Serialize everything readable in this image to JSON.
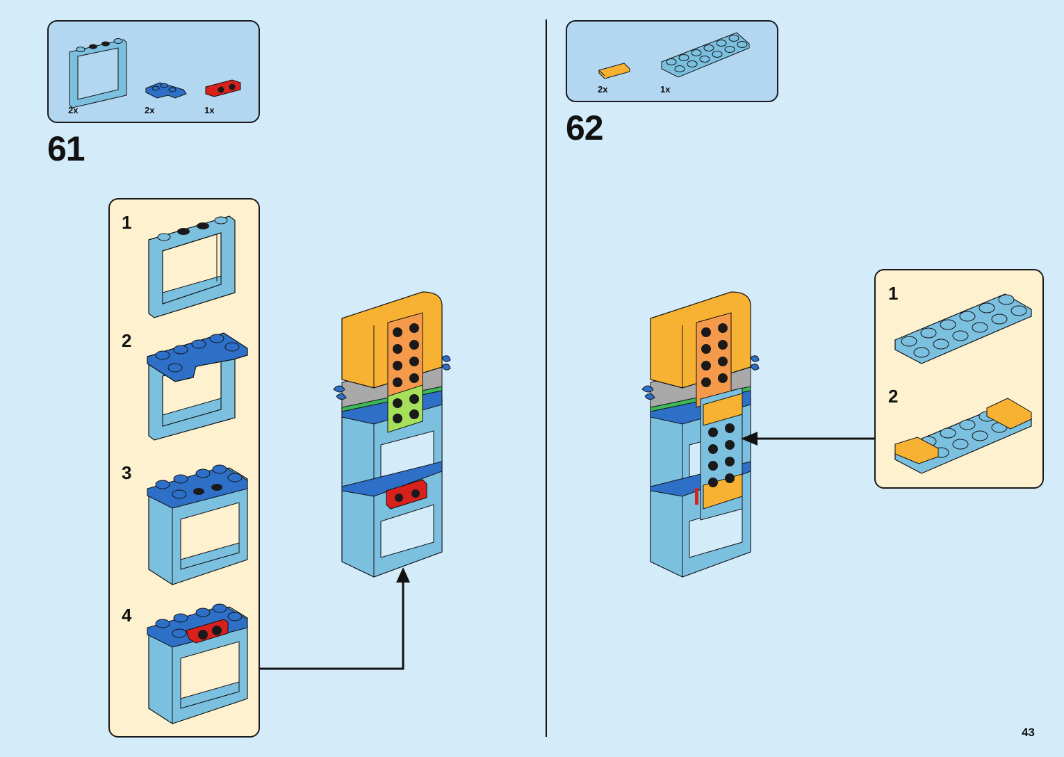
{
  "page": {
    "number": "43"
  },
  "colors": {
    "background": "#d4ebfa",
    "parts_box": "#b3d7f0",
    "sub_assembly_box": "#fdf1cf",
    "light_blue_brick": "#7cc0e0",
    "blue_brick": "#2e6fc7",
    "red_brick": "#d8201c",
    "orange_brick": "#f7b233",
    "dark_orange_plate": "#f59a4a",
    "lime_plate": "#a6e05a"
  },
  "steps": [
    {
      "number": "61",
      "parts": [
        {
          "name": "window-frame-1x4x3",
          "color": "light blue",
          "qty": "2x"
        },
        {
          "name": "corner-plate-2x2",
          "color": "blue",
          "qty": "2x"
        },
        {
          "name": "bracket-plate-1x2",
          "color": "red",
          "qty": "1x"
        }
      ],
      "sub_steps": [
        {
          "number": "1",
          "description": "window frame"
        },
        {
          "number": "2",
          "description": "add corner plates"
        },
        {
          "number": "3",
          "description": "second frame on top"
        },
        {
          "number": "4",
          "description": "add red bracket"
        }
      ]
    },
    {
      "number": "62",
      "parts": [
        {
          "name": "tile-1x2",
          "color": "orange",
          "qty": "2x"
        },
        {
          "name": "plate-2x6",
          "color": "light blue",
          "qty": "1x"
        }
      ],
      "sub_steps": [
        {
          "number": "1",
          "description": "2x6 plate"
        },
        {
          "number": "2",
          "description": "add tiles at ends"
        }
      ]
    }
  ]
}
